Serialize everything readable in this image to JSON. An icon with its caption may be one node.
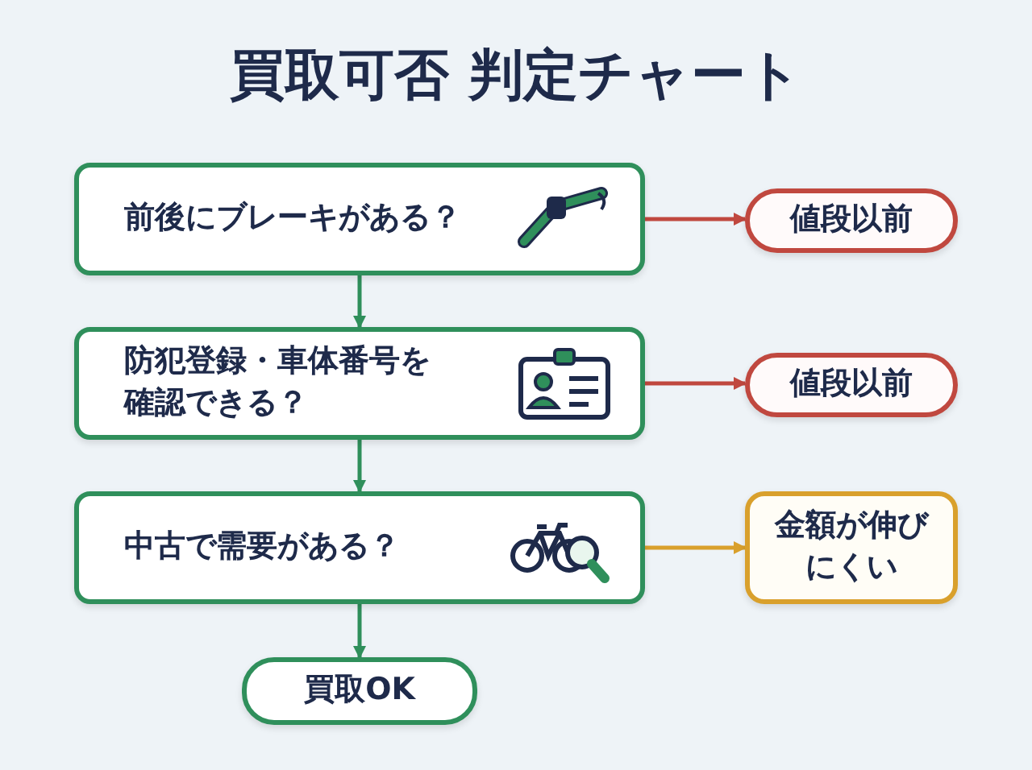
{
  "diagram": {
    "title": "買取可否 判定チャート",
    "nodes": [
      {
        "text": [
          "前後にブレーキがある？"
        ]
      },
      {
        "text": [
          "値段以前"
        ]
      },
      {
        "text": [
          "防犯登録・車体番号を確認できる？"
        ]
      },
      {
        "text": [
          "値段以前"
        ]
      },
      {
        "text": [
          "中古で需要がある？"
        ]
      },
      {
        "text": [
          "金額が伸びにくい"
        ]
      },
      {
        "text": [
          "買取OK"
        ]
      }
    ],
    "edges": [
      {
        "from": 0,
        "to": 1,
        "arrow": "to",
        "color": "#c0483f"
      },
      {
        "from": 0,
        "to": 2,
        "arrow": "to"
      },
      {
        "from": 2,
        "to": 3,
        "arrow": "to",
        "color": "#c0483f"
      },
      {
        "from": 2,
        "to": 4,
        "arrow": "to"
      },
      {
        "from": 4,
        "to": 5,
        "arrow": "to",
        "color": "#d9a02c"
      },
      {
        "from": 4,
        "to": 6,
        "arrow": "to"
      }
    ]
  }
}
